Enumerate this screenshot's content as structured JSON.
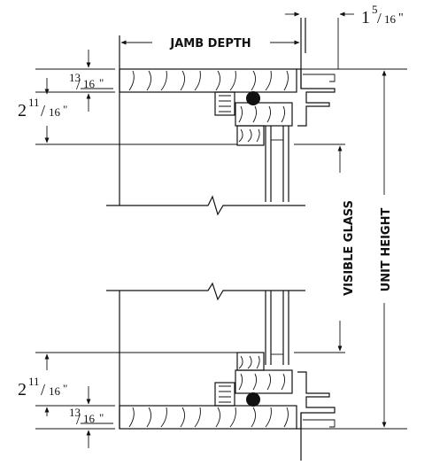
{
  "labels": {
    "jamb_depth": "JAMB DEPTH",
    "visible_glass": "VISIBLE GLASS",
    "unit_height": "UNIT HEIGHT"
  },
  "dims": {
    "top_right": {
      "whole": "1",
      "num": "5",
      "den": "16",
      "unit": "\""
    },
    "top_thick": {
      "num": "13",
      "den": "16",
      "unit": "\""
    },
    "top_offset": {
      "whole": "2",
      "num": "11",
      "den": "16",
      "unit": "\""
    },
    "bottom_offset": {
      "whole": "2",
      "num": "11",
      "den": "16",
      "unit": "\""
    },
    "bottom_thick": {
      "num": "13",
      "den": "16",
      "unit": "\""
    }
  }
}
